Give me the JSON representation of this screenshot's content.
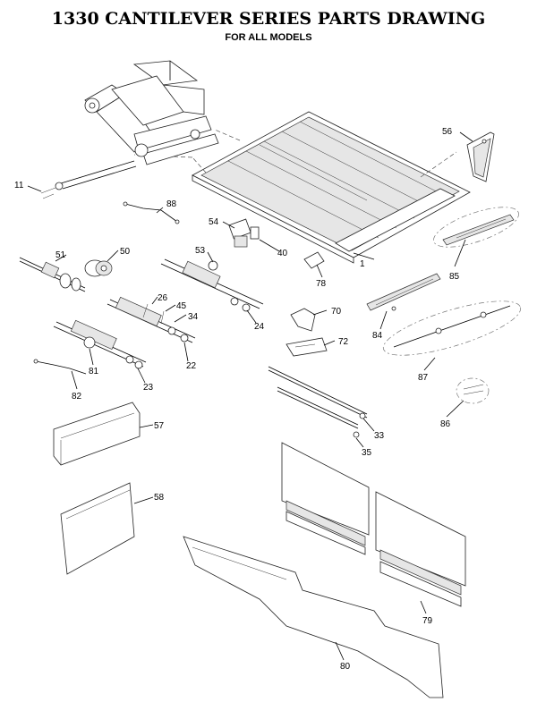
{
  "drawing": {
    "title": "1330 CANTILEVER SERIES PARTS DRAWING",
    "subtitle": "FOR ALL MODELS"
  },
  "callouts": [
    "1",
    "11",
    "22",
    "23",
    "24",
    "26",
    "33",
    "34",
    "35",
    "40",
    "45",
    "50",
    "51",
    "53",
    "54",
    "56",
    "57",
    "58",
    "70",
    "72",
    "78",
    "79",
    "80",
    "81",
    "82",
    "84",
    "85",
    "86",
    "87",
    "88"
  ],
  "colors": {
    "line": "#000000",
    "shade": "#e6e6e6",
    "background": "#ffffff"
  }
}
